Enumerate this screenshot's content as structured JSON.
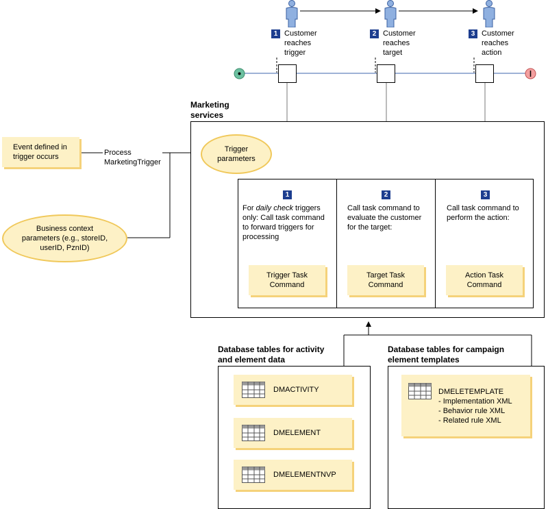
{
  "steps": [
    {
      "number": "1",
      "label_lines": [
        "Customer",
        "reaches",
        "trigger"
      ]
    },
    {
      "number": "2",
      "label_lines": [
        "Customer",
        "reaches",
        "target"
      ]
    },
    {
      "number": "3",
      "label_lines": [
        "Customer",
        "reaches",
        "action"
      ]
    }
  ],
  "marketing_services": {
    "title_lines": [
      "Marketing",
      "services"
    ],
    "trigger_parameters_lines": [
      "Trigger",
      "parameters"
    ],
    "columns": [
      {
        "number": "1",
        "description_lines": [
          "For",
          "daily check",
          "triggers",
          "only: Call task command",
          "to forward triggers for",
          "processing"
        ],
        "command_lines": [
          "Trigger Task",
          "Command"
        ]
      },
      {
        "number": "2",
        "description_lines": [
          "Call task command to",
          "evaluate the customer",
          "for the target:"
        ],
        "command_lines": [
          "Target Task",
          "Command"
        ]
      },
      {
        "number": "3",
        "description_lines": [
          "Call task command to",
          "perform the action:"
        ],
        "command_lines": [
          "Action Task",
          "Command"
        ]
      }
    ]
  },
  "inputs": {
    "event_box_lines": [
      "Event defined in",
      "trigger occurs"
    ],
    "process_label_lines": [
      "Process",
      "MarketingTrigger"
    ],
    "business_context_lines": [
      "Business context",
      "parameters (e.g., storeID,",
      "userID, PznID)"
    ]
  },
  "activity_tables": {
    "title_lines": [
      "Database tables for activity",
      "and element data"
    ],
    "tables": [
      "DMACTIVITY",
      "DMELEMENT",
      "DMELEMENTNVP"
    ]
  },
  "template_tables": {
    "title_lines": [
      "Database tables for campaign",
      "element templates"
    ],
    "table_name": "DMELETEMPLATE",
    "items": [
      "- Implementation XML",
      "- Behavior rule XML",
      "- Related rule XML"
    ]
  },
  "colors": {
    "start_node": "#6cc0a0",
    "end_node": "#f4a0a0",
    "badge": "#1c3d8f",
    "highlight_fill": "#fdf1c6",
    "highlight_border": "#f0c85a",
    "timeline": "#7f98c8"
  },
  "icons": {
    "person": "person-icon",
    "start": "start-node-icon",
    "end": "end-node-icon",
    "table": "database-table-icon"
  }
}
